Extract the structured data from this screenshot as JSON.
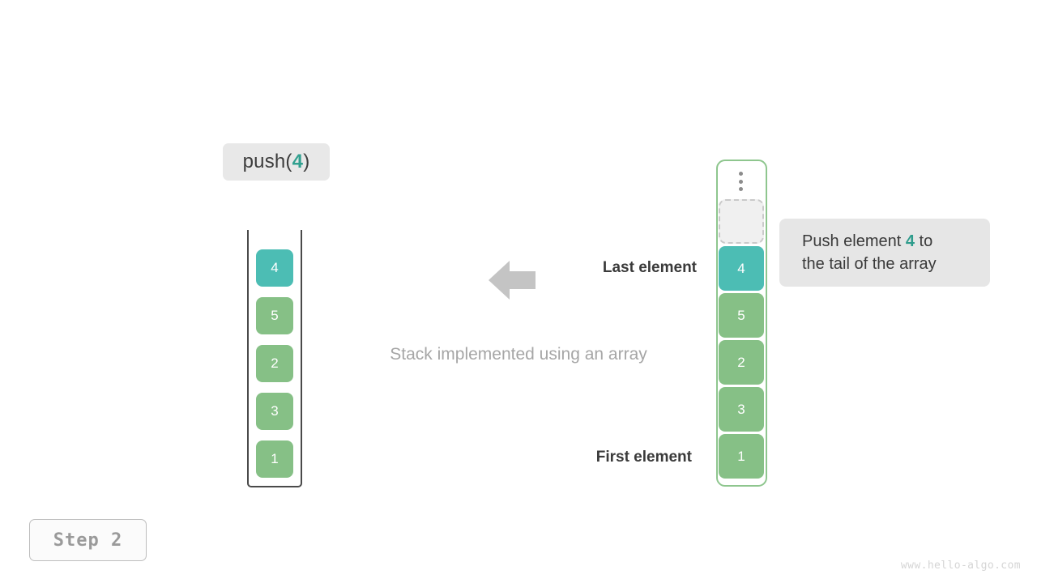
{
  "operation": {
    "prefix": "push(",
    "argument": "4",
    "suffix": ")"
  },
  "stack": {
    "caption": "Stack implemented using an array",
    "items": [
      {
        "value": "4",
        "highlight": "teal"
      },
      {
        "value": "5",
        "highlight": "green"
      },
      {
        "value": "2",
        "highlight": "green"
      },
      {
        "value": "3",
        "highlight": "green"
      },
      {
        "value": "1",
        "highlight": "green"
      }
    ]
  },
  "array": {
    "ellipsis_icon": "vertical-ellipsis-icon",
    "empty_slot_label": "",
    "items": [
      {
        "value": "4",
        "highlight": "teal"
      },
      {
        "value": "5",
        "highlight": "green"
      },
      {
        "value": "2",
        "highlight": "green"
      },
      {
        "value": "3",
        "highlight": "green"
      },
      {
        "value": "1",
        "highlight": "green"
      }
    ]
  },
  "callout": {
    "line1_before": "Push element ",
    "line1_accent": "4",
    "line1_after": " to",
    "line2": "the tail of the array"
  },
  "annotations": {
    "last_element": "Last element",
    "first_element": "First element",
    "arrow_icon": "arrow-left-icon"
  },
  "footer": {
    "step_label": "Step 2",
    "watermark": "www.hello-algo.com"
  },
  "colors": {
    "teal": "#4cbdb4",
    "green": "#86c086",
    "accent_text": "#2e9c8c",
    "arrow": "#c4c4c4",
    "array_border": "#8ec68e",
    "stack_border": "#4a4a4a",
    "chip_background": "#e8e8e8",
    "callout_background": "#e6e6e6"
  }
}
